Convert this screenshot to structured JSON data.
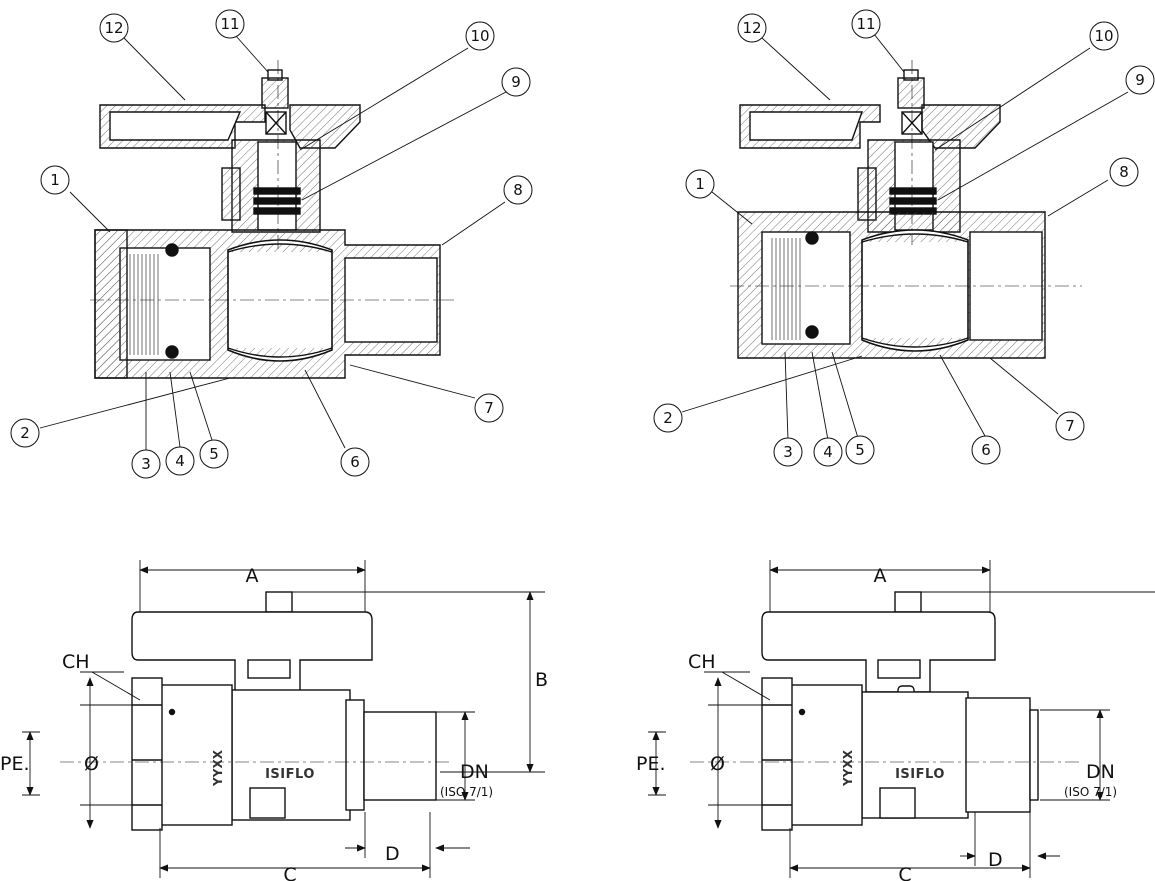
{
  "views": {
    "section_left": {
      "callouts": [
        "12",
        "11",
        "10",
        "9",
        "1",
        "8",
        "2",
        "3",
        "4",
        "5",
        "6",
        "7"
      ]
    },
    "section_right": {
      "callouts": [
        "12",
        "11",
        "10",
        "9",
        "1",
        "8",
        "2",
        "3",
        "4",
        "5",
        "6",
        "7"
      ]
    },
    "exterior_left": {
      "dims": {
        "a": "A",
        "b": "B",
        "c": "C",
        "d": "D",
        "ch": "CH",
        "pe": "PE.",
        "dia": "Ø",
        "dn": "DN",
        "iso": "(ISO 7/1)"
      },
      "brand": "ISIFLO",
      "date_code": "YYXX"
    },
    "exterior_right": {
      "dims": {
        "a": "A",
        "c": "C",
        "d": "D",
        "ch": "CH",
        "pe": "PE.",
        "dia": "Ø",
        "dn": "DN",
        "iso": "(ISO 7/1)"
      },
      "brand": "ISIFLO",
      "date_code": "YYXX"
    }
  }
}
